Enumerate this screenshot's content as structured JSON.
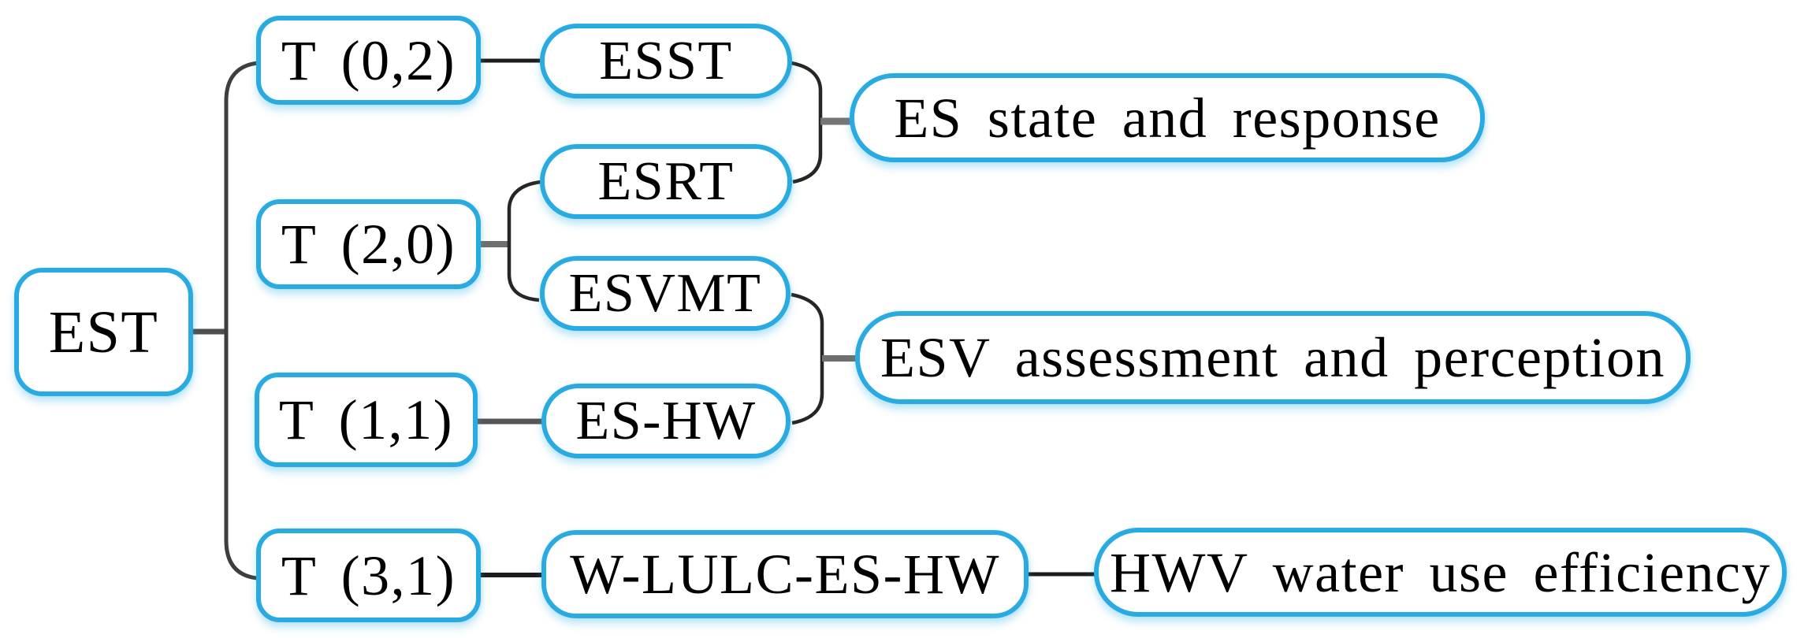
{
  "diagram": {
    "root": "EST",
    "branches": [
      {
        "topic": "T (0,2)",
        "children": [
          "ESST"
        ]
      },
      {
        "topic": "T (2,0)",
        "children": [
          "ESRT",
          "ESVMT"
        ]
      },
      {
        "topic": "T (1,1)",
        "children": [
          "ES-HW"
        ]
      },
      {
        "topic": "T (3,1)",
        "children": [
          "W-LULC-ES-HW"
        ]
      }
    ],
    "groups": [
      {
        "label": "ES state and response",
        "sources": [
          "ESST",
          "ESRT"
        ]
      },
      {
        "label": "ESV assessment and perception",
        "sources": [
          "ESVMT",
          "ES-HW"
        ]
      },
      {
        "label": "HWV water use efficiency",
        "sources": [
          "W-LULC-ES-HW"
        ]
      }
    ],
    "colors": {
      "node_border": "#29abe2",
      "node_fill": "#ffffff",
      "text": "#000000",
      "connector": "#3f3f3f"
    }
  }
}
